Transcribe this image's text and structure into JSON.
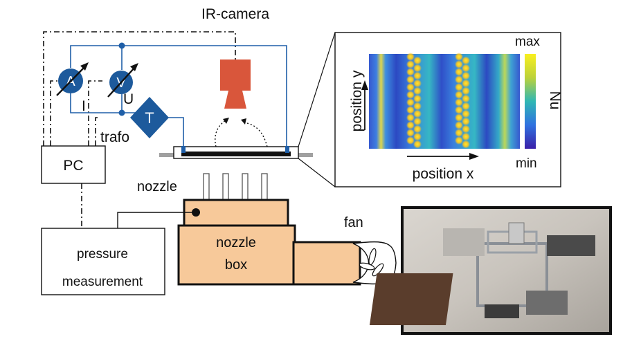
{
  "labels": {
    "ir_camera": "IR-camera",
    "current_meter": "A",
    "voltage_meter": "V",
    "current_symbol": "I",
    "voltage_symbol": "U",
    "transformer": "T",
    "trafo": "trafo",
    "pc": "PC",
    "nozzle": "nozzle",
    "nozzle_box_line1": "nozzle",
    "nozzle_box_line2": "box",
    "fan": "fan",
    "pressure_line1": "pressure",
    "pressure_line2": "measurement"
  },
  "inset": {
    "x_axis_label": "position x",
    "y_axis_label": "position y",
    "colorbar_label": "Nu",
    "colorbar_max": "max",
    "colorbar_min": "min"
  },
  "colors": {
    "wire_blue": "#1f5fa8",
    "meter_blue": "#1d5a9c",
    "camera_red": "#d9563b",
    "box_fill": "#f7c99a",
    "heatmap_base": "#2f5fd0",
    "heatmap_hot": "#f4e21e"
  }
}
